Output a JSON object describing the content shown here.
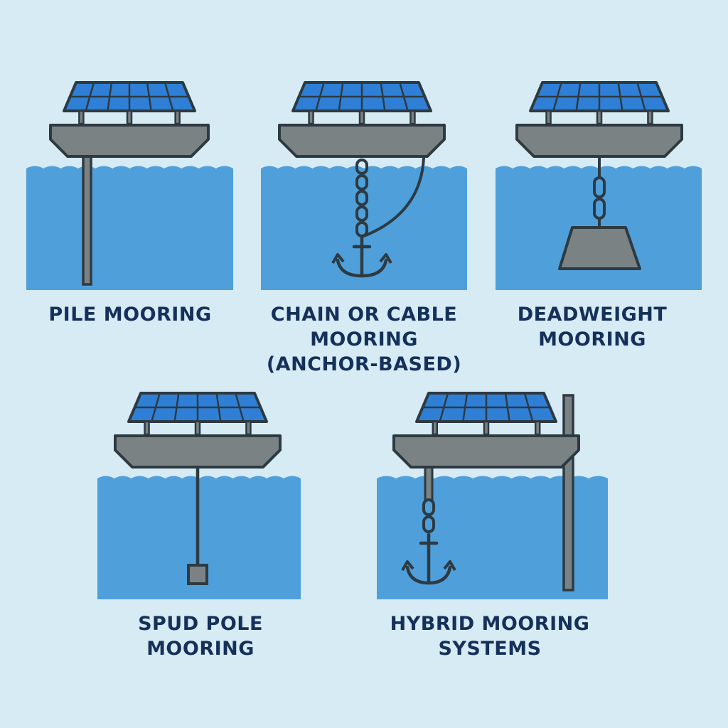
{
  "colors": {
    "background": "#d6ebf4",
    "water": "#4f9fdb",
    "water_edge": "#3f8fd0",
    "hull": "#7b8284",
    "outline": "#2d3a42",
    "panel": "#2f7fd6",
    "label": "#15305a"
  },
  "panels": [
    {
      "id": "pile",
      "mooring_type": "pile",
      "label_lines": [
        "PILE MOORING"
      ]
    },
    {
      "id": "chain",
      "mooring_type": "chain-anchor",
      "label_lines": [
        "CHAIN OR CABLE",
        "MOORING",
        "(ANCHOR-BASED)"
      ]
    },
    {
      "id": "deadweight",
      "mooring_type": "deadweight",
      "label_lines": [
        "DEADWEIGHT",
        "MOORING"
      ]
    },
    {
      "id": "spud",
      "mooring_type": "spud-pole",
      "label_lines": [
        "SPUD POLE",
        "MOORING"
      ]
    },
    {
      "id": "hybrid",
      "mooring_type": "hybrid",
      "label_lines": [
        "HYBRID MOORING",
        "SYSTEMS"
      ]
    }
  ]
}
